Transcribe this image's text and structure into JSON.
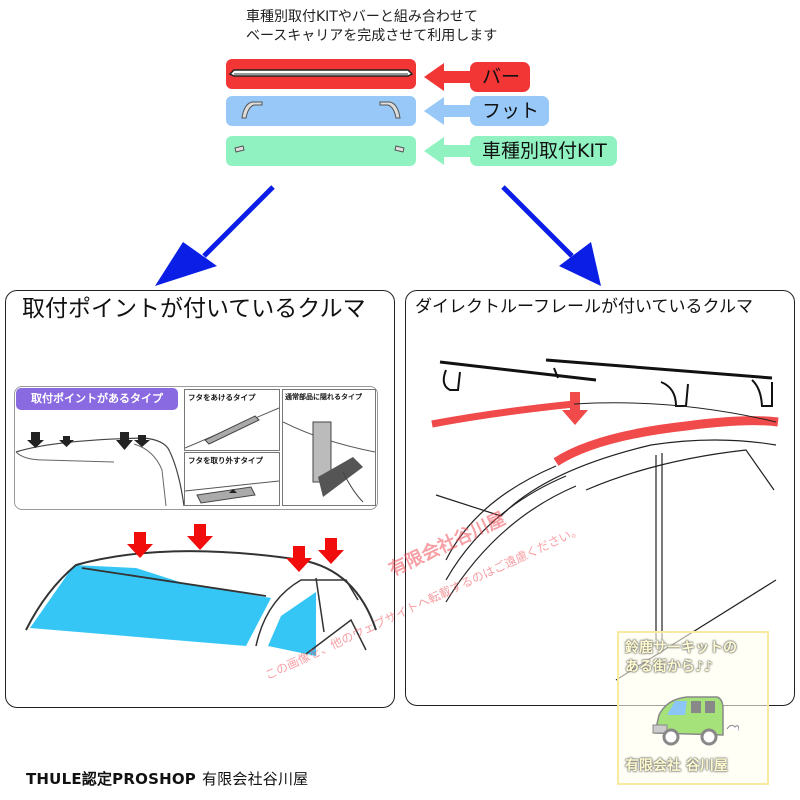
{
  "intro": {
    "line1": "車種別取付KITやバーと組み合わせて",
    "line2": "ベースキャリアを完成させて利用します"
  },
  "components": [
    {
      "label": "バー",
      "color": "#f23535",
      "icon": "roof-bar-icon"
    },
    {
      "label": "フット",
      "color": "#97c8f7",
      "icon": "foot-icon"
    },
    {
      "label": "車種別取付KIT",
      "color": "#8ff2c0",
      "icon": "fitting-kit-icon"
    }
  ],
  "arrow_color": "#0a1ee6",
  "left_panel": {
    "title": "取付ポイントが付いているクルマ",
    "inset_tag": "取付ポイントがあるタイプ",
    "sub1": "フタをあけるタイプ",
    "sub2": "フタを取り外すタイプ",
    "sub3": "通常部品に隠れるタイプ",
    "tag_color": "#8a6ae0",
    "glass_color": "#35c6f5"
  },
  "right_panel": {
    "title": "ダイレクトルーフレールが付いているクルマ",
    "rail_color": "#f04a4a"
  },
  "watermark": {
    "line1": "有限会社谷川屋",
    "line2": "この画像を、他のウェブサイトへ転載するのはご遠慮ください。"
  },
  "stamp": {
    "line1": "鈴鹿サーキットの",
    "line2": "ある街から♪♪",
    "company": "有限会社 谷川屋"
  },
  "footer": {
    "brand": "THULE認定PROSHOP",
    "shop": "有限会社谷川屋"
  }
}
